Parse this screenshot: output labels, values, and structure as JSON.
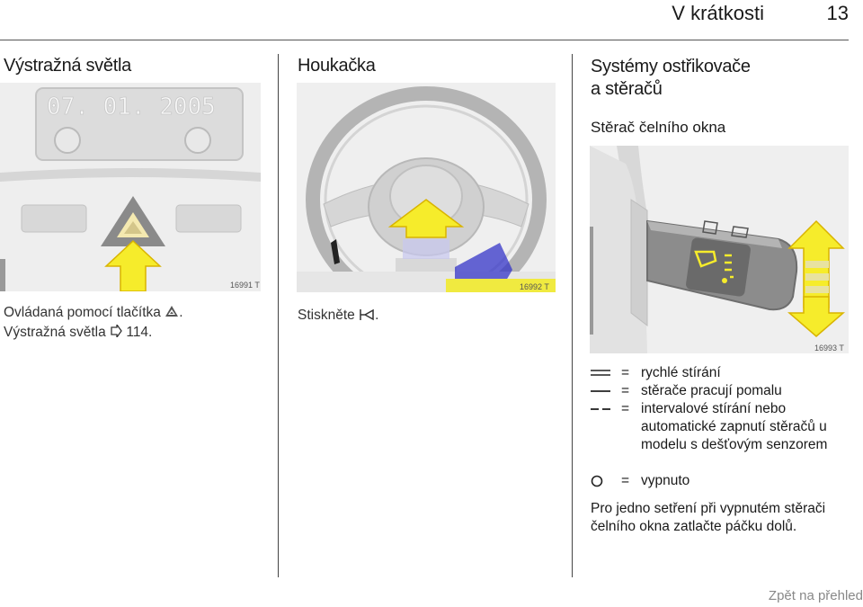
{
  "header": {
    "title": "V krátkosti",
    "page_number": "13"
  },
  "col1": {
    "title": "Výstražná světla",
    "figure": {
      "display_text": "07. 01. 2005",
      "id": "16991 T"
    },
    "line1_text": "Ovládaná pomocí tlačítka",
    "line1_icon": "hazard-triangle-icon",
    "line1_end": ".",
    "line2_text": "Výstražná světla",
    "line2_icon": "page-ref-arrow-icon",
    "line2_page": "114."
  },
  "col2": {
    "title": "Houkačka",
    "figure": {
      "id": "16992 T"
    },
    "instruction_text": "Stiskněte",
    "instruction_icon": "horn-icon",
    "instruction_end": "."
  },
  "col3": {
    "title_line1": "Systémy ostřikovače",
    "title_line2": "a stěračů",
    "subtitle": "Stěrač čelního okna",
    "figure": {
      "id": "16993 T"
    },
    "legend": [
      {
        "symbol": "double-line",
        "eq": "=",
        "text": "rychlé stírání"
      },
      {
        "symbol": "single-line",
        "eq": "=",
        "text": "stěrače pracují pomalu"
      },
      {
        "symbol": "dashed-line",
        "eq": "=",
        "text": "intervalové stírání nebo automatické zapnutí stěračů u modelu s dešťovým senzorem"
      },
      {
        "symbol": "circle",
        "eq": "=",
        "text": "vypnuto"
      }
    ],
    "note": "Pro jedno setření při vypnutém stěrači čelního okna zatlačte páčku dolů."
  },
  "footer": {
    "back_link": "Zpět na přehled"
  },
  "colors": {
    "arrow_yellow": "#f6ec2b",
    "arrow_outline": "#d9b400",
    "rule": "#444444"
  }
}
